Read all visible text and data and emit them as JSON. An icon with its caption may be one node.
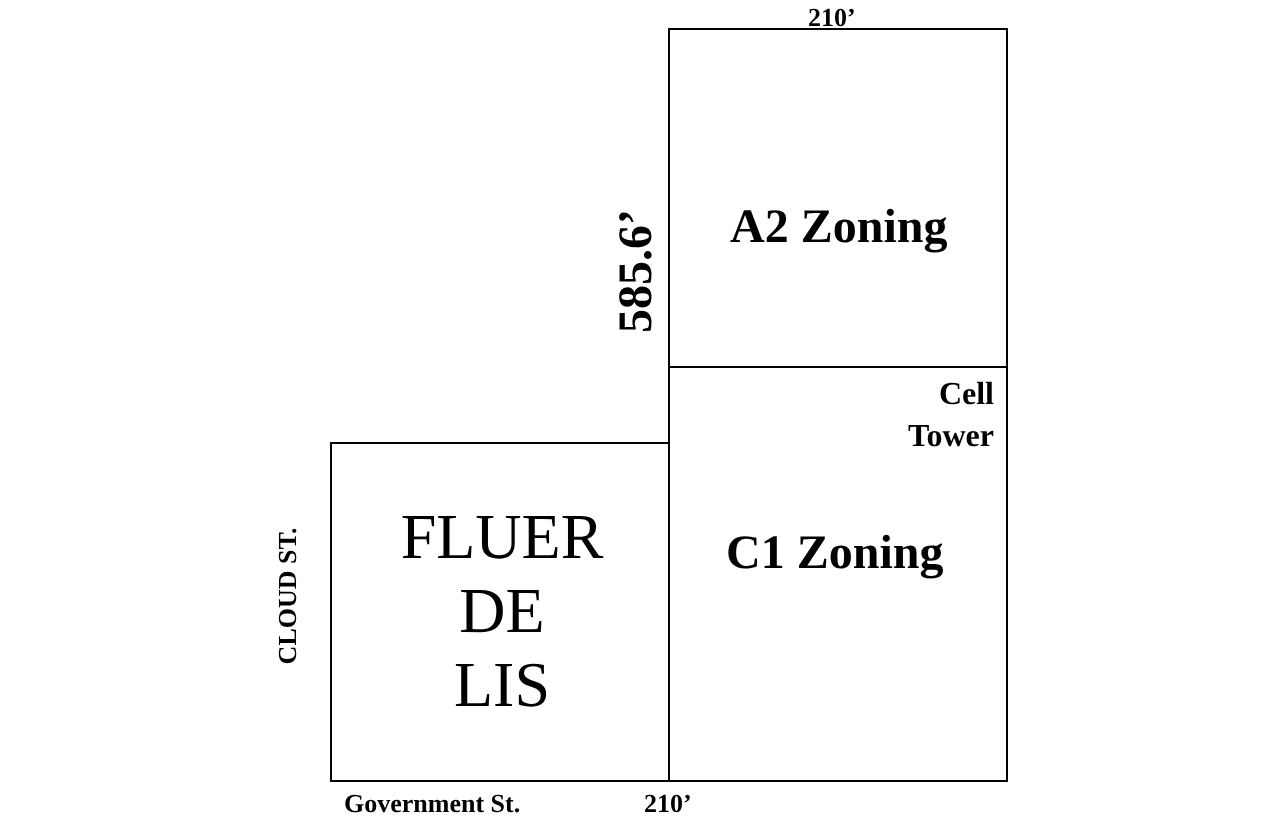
{
  "diagram": {
    "nodes": [
      {
        "text": [
          "A2 Zoning"
        ]
      },
      {
        "text": [
          "Cell Tower",
          "C1 Zoning"
        ]
      },
      {
        "text": [
          "FLUER DE LIS"
        ]
      }
    ],
    "labels": [
      "210’",
      "585.6’",
      "CLOUD ST.",
      "Government St.",
      "210’"
    ]
  }
}
